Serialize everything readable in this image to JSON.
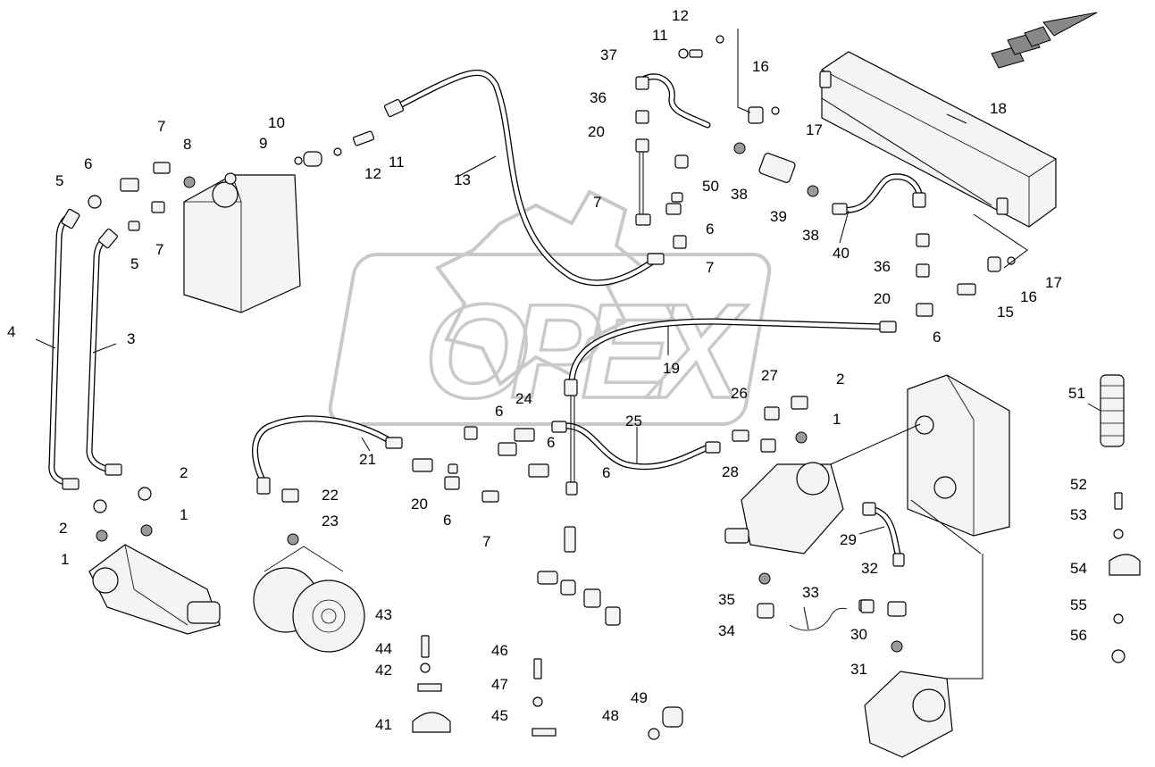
{
  "watermark": "OPEX",
  "callouts": [
    "1",
    "2",
    "3",
    "4",
    "5",
    "6",
    "7",
    "8",
    "9",
    "10",
    "11",
    "12",
    "13",
    "15",
    "16",
    "17",
    "18",
    "19",
    "20",
    "21",
    "22",
    "23",
    "24",
    "25",
    "26",
    "27",
    "28",
    "29",
    "30",
    "31",
    "32",
    "33",
    "34",
    "35",
    "36",
    "37",
    "38",
    "39",
    "40",
    "41",
    "42",
    "43",
    "44",
    "45",
    "46",
    "47",
    "48",
    "49",
    "50",
    "51",
    "52",
    "53",
    "54",
    "55",
    "56"
  ],
  "icons": [
    "direction-arrow-icon"
  ]
}
